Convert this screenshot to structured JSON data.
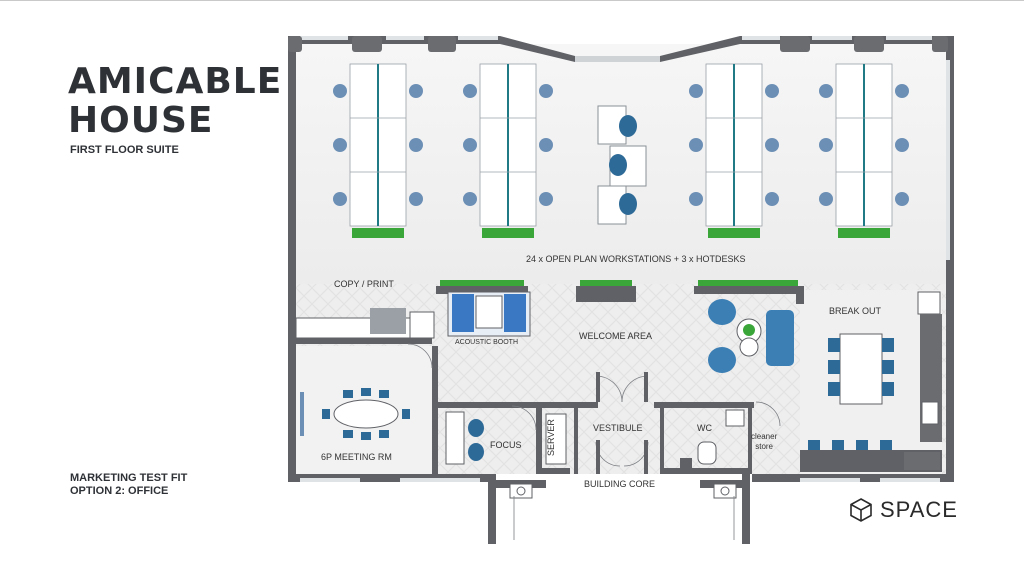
{
  "header": {
    "title_line1": "AMICABLE",
    "title_line2": "HOUSE",
    "subtitle": "FIRST FLOOR SUITE"
  },
  "footer": {
    "option_line1": "MARKETING TEST FIT",
    "option_line2": "OPTION 2: OFFICE"
  },
  "brand": {
    "name": "SPACE",
    "icon": "cube-icon"
  },
  "plan": {
    "workstations_label": "24 x OPEN PLAN WORKSTATIONS + 3 x HOTDESKS",
    "rooms": {
      "copy_print": "COPY / PRINT",
      "acoustic_booth": "ACOUSTIC BOOTH",
      "welcome_area": "WELCOME AREA",
      "break_out": "BREAK OUT",
      "meeting_room": "6P MEETING RM",
      "focus": "FOCUS",
      "server": "SERVER",
      "vestibule": "VESTIBULE",
      "wc": "WC",
      "cleaner_line1": "cleaner",
      "cleaner_line2": "store",
      "building_core": "BUILDING CORE"
    },
    "colors": {
      "wall": "#5f6166",
      "floor": "#f1f1f1",
      "desk": "#ffffff",
      "chair": "#6c8fb5",
      "chair_dark": "#2e6a97",
      "teal_divider": "#1f7a86",
      "plant": "#3aa63a",
      "booth": "#3b78c4"
    }
  }
}
